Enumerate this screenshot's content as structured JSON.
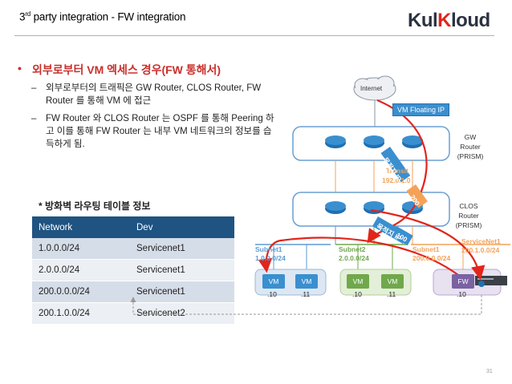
{
  "header": {
    "title_prefix": "3",
    "title_sup": "rd",
    "title_rest": " party integration - FW integration",
    "logo_left": "Kul",
    "logo_mark": "K",
    "logo_right": "loud"
  },
  "bullet": {
    "marker": "•",
    "title": "외부로부터 VM 엑세스 경우(FW 통해서)",
    "items": [
      {
        "marker": "–",
        "text": "외부로부터의 트래픽은 GW Router, CLOS Router, FW Router 를 통해 VM 에 접근"
      },
      {
        "marker": "–",
        "text": "FW Router 와 CLOS Router 는 OSPF 를 통해 Peering 하고 이를 통해 FW Router 는 내부 VM 네트워크의 정보를 습득하게 됨."
      }
    ]
  },
  "routing_table": {
    "title": "* 방화벽 라우팅 테이블 정보",
    "headers": [
      "Network",
      "Dev"
    ],
    "rows": [
      [
        "1.0.0.0/24",
        "Servicenet1"
      ],
      [
        "2.0.0.0/24",
        "Servicenet1"
      ],
      [
        "200.0.0.0/24",
        "Servicenet1"
      ],
      [
        "200.1.0.0/24",
        "Servicenet2"
      ]
    ]
  },
  "diagram": {
    "internet_label": "Internet",
    "floating_ip": "VM Floating IP",
    "gw_router": [
      "GW",
      "Router",
      "(PRISM)"
    ],
    "clos_router": [
      "CLOS",
      "Router",
      "(PRISM)"
    ],
    "transit": [
      "Transit",
      "192.0.1.0"
    ],
    "subnets": [
      {
        "name": "Subnet1",
        "cidr": "1.0.0.0/24"
      },
      {
        "name": "Subnet2",
        "cidr": "2.0.0.0/24"
      },
      {
        "name": "Subnet1",
        "cidr": "200.0.0.0/24"
      },
      {
        "name": "ServiceNet1",
        "cidr": "200.1.0.0/24"
      }
    ],
    "vms": [
      {
        "label": "VM",
        "ip": ".10"
      },
      {
        "label": "VM",
        "ip": ".11"
      },
      {
        "label": "VM",
        "ip": ".10"
      },
      {
        "label": "VM",
        "ip": ".11"
      },
      {
        "label": "FW",
        "ip": ".10"
      }
    ],
    "tags": [
      {
        "text": "목적지 IP"
      },
      {
        "text": "200"
      },
      {
        "text": "목적지 IP"
      },
      {
        "text": "100"
      }
    ],
    "colors": {
      "arrow": "#e1251b",
      "router_box": "#6b9fd4",
      "subnet_blue": "#5b9bd5",
      "subnet_green": "#70a84c",
      "subnet_orange": "#f4a259"
    }
  },
  "page_number": "31"
}
